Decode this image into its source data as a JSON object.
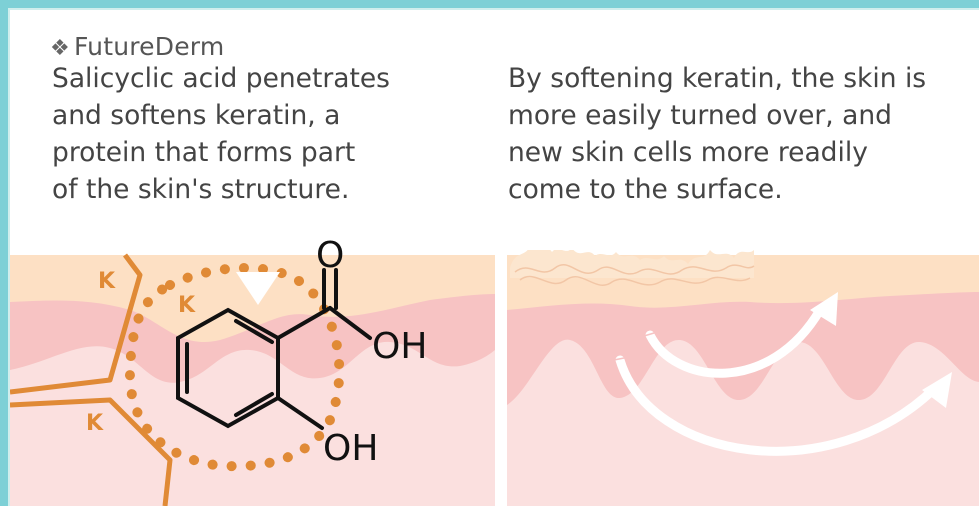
{
  "brand": {
    "name": "FutureDerm",
    "icon": "fleur-icon"
  },
  "panel_left": {
    "caption": "Salicyclic acid penetrates\nand softens keratin, a\nprotein that forms part\nof the skin's structure.",
    "keratin_label": "K",
    "molecule": {
      "carbonyl": "O",
      "acid_group": "OH",
      "hydroxyl": "OH"
    }
  },
  "panel_right": {
    "caption": "By softening keratin, the skin is\nmore easily turned over, and\nnew skin cells more readily\ncome to the surface."
  },
  "colors": {
    "frame": "#7dd0d6",
    "skin_top": "#fde0c4",
    "skin_mid": "#f7c3c3",
    "skin_deep": "#fbe0df",
    "keratin": "#e08a36"
  }
}
